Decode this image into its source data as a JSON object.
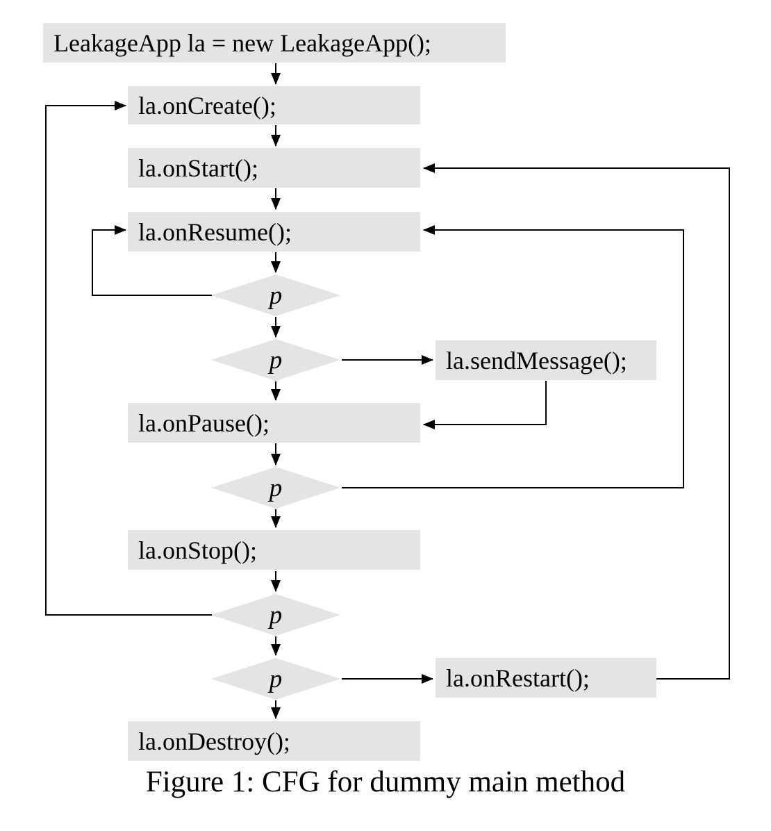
{
  "figure": {
    "caption": "Figure 1: CFG for dummy main method"
  },
  "nodes": {
    "declaration": {
      "label": "LeakageApp la = new LeakageApp();"
    },
    "on_create": {
      "label": "la.onCreate();"
    },
    "on_start": {
      "label": "la.onStart();"
    },
    "on_resume": {
      "label": "la.onResume();"
    },
    "send_message": {
      "label": "la.sendMessage();"
    },
    "on_pause": {
      "label": "la.onPause();"
    },
    "on_stop": {
      "label": "la.onStop();"
    },
    "on_restart": {
      "label": "la.onRestart();"
    },
    "on_destroy": {
      "label": "la.onDestroy();"
    }
  },
  "decisions": {
    "d1": {
      "label": "p"
    },
    "d2": {
      "label": "p"
    },
    "d3": {
      "label": "p"
    },
    "d4": {
      "label": "p"
    },
    "d5": {
      "label": "p"
    }
  },
  "colors": {
    "node_fill": "#e4e4e4",
    "edge": "#000000",
    "text": "#000000",
    "background": "#ffffff"
  }
}
